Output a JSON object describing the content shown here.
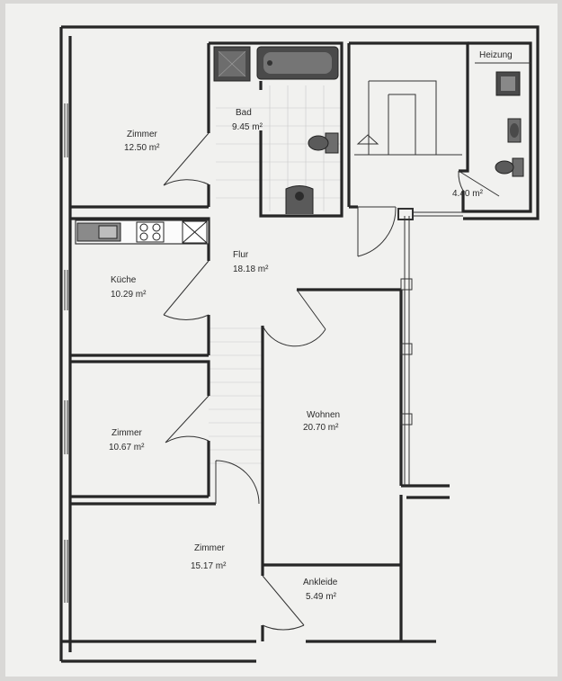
{
  "rooms": [
    {
      "id": "zimmer1",
      "name": "Zimmer",
      "area": "12.50 m²"
    },
    {
      "id": "bad",
      "name": "Bad",
      "area": "9.45 m²"
    },
    {
      "id": "heizung",
      "name": "Heizung",
      "area": "4.40 m²"
    },
    {
      "id": "kueche",
      "name": "Küche",
      "area": "10.29 m²"
    },
    {
      "id": "flur",
      "name": "Flur",
      "area": "18.18 m²"
    },
    {
      "id": "zimmer2",
      "name": "Zimmer",
      "area": "10.67 m²"
    },
    {
      "id": "wohnen",
      "name": "Wohnen",
      "area": "20.70 m²"
    },
    {
      "id": "zimmer3",
      "name": "Zimmer",
      "area": "15.17 m²"
    },
    {
      "id": "ankleide",
      "name": "Ankleide",
      "area": "5.49 m²"
    }
  ],
  "colors": {
    "paper": "#f1f1ef",
    "wall": "#262626",
    "fixture": "#555555"
  }
}
